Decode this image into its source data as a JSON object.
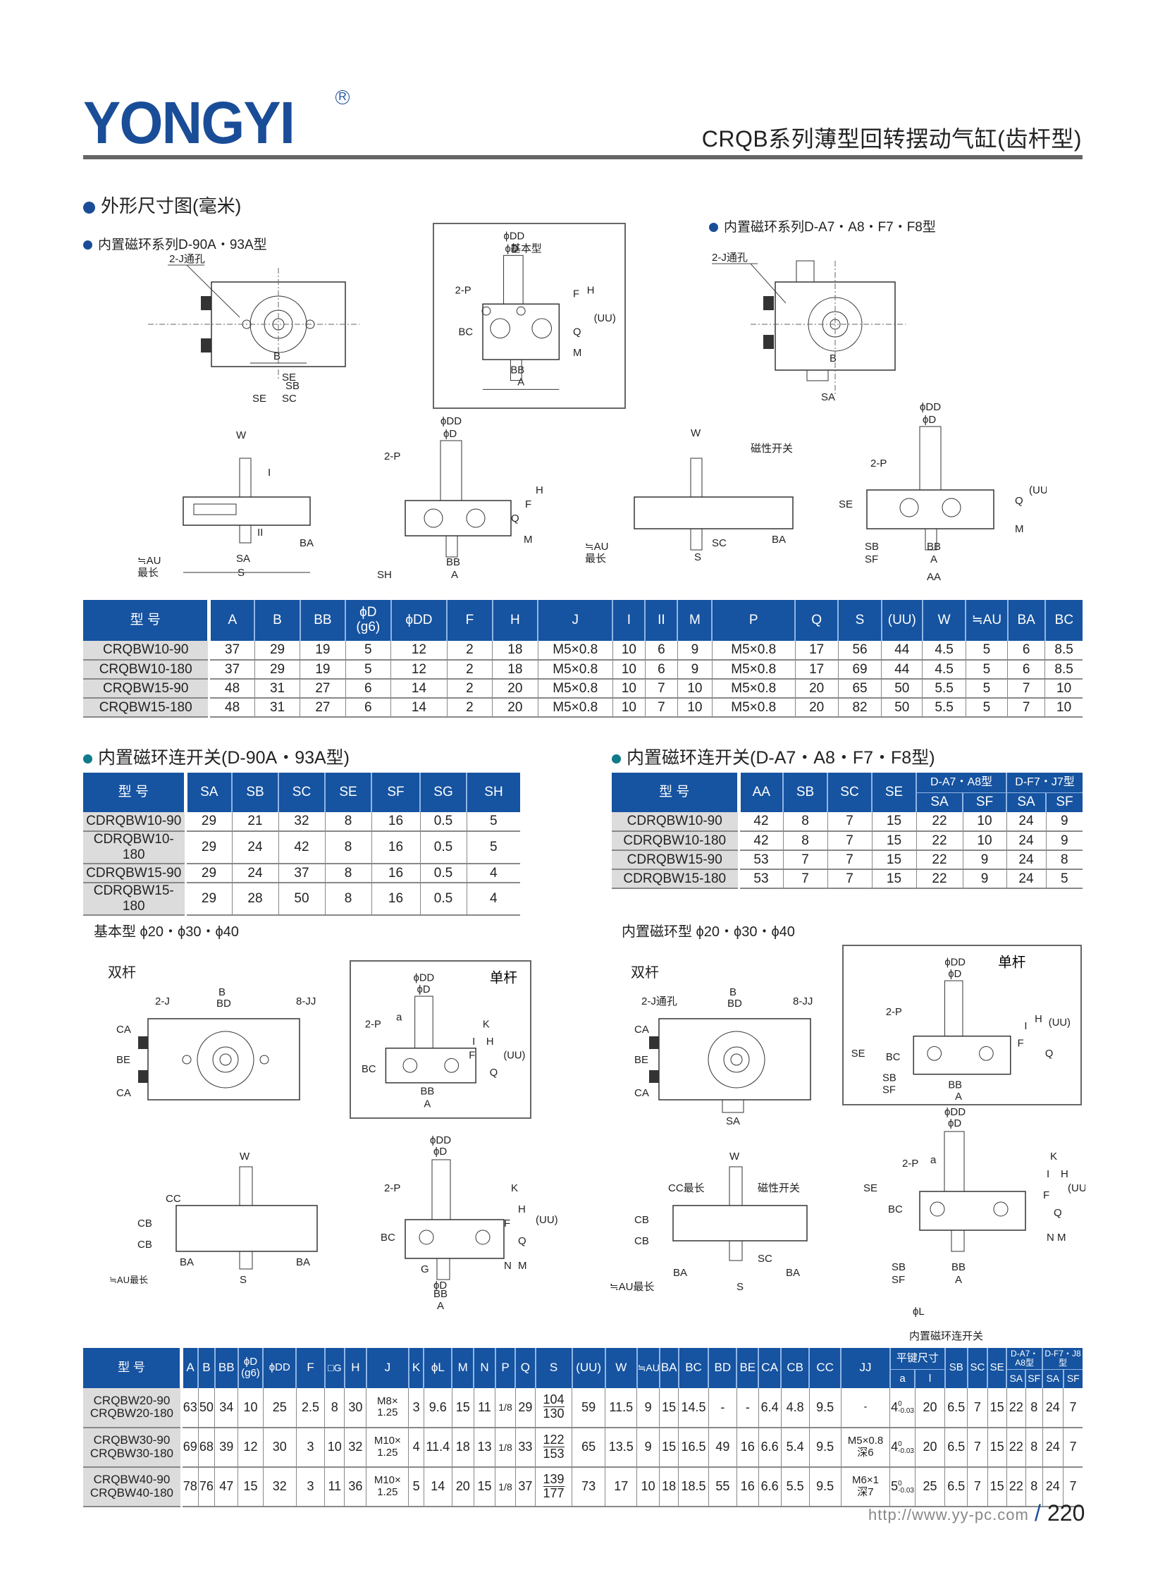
{
  "header": {
    "brand": "YONGYI",
    "registered_mark": "R",
    "title": "CRQB系列薄型回转摆动气缸(齿杆型)"
  },
  "sections": {
    "outline": "外形尺寸图(毫米)",
    "series_d90a": "内置磁环系列D-90A・93A型",
    "series_da7": "内置磁环系列D-A7・A8・F7・F8型",
    "switch_d90a": "内置磁环连开关(D-90A・93A型)",
    "switch_da7": "内置磁环连开关(D-A7・A8・F7・F8型)",
    "basic_large": "基本型 ϕ20・ϕ30・ϕ40",
    "magnet_large": "内置磁环型 ϕ20・ϕ30・ϕ40",
    "double_rod_left": "双杆",
    "single_rod_left": "单杆",
    "double_rod_right": "双杆",
    "single_rod_right": "单杆"
  },
  "drawing_labels": {
    "through_hole": "2-J通孔",
    "basic_type": "基本型",
    "magnetic_switch": "磁性开关",
    "au_max": "≒AU最长",
    "cc_max": "CC最长",
    "built_in_switch": "内置磁环连开关",
    "port": "2-P",
    "tap_2j": "2-J",
    "tap_8jj": "8-JJ"
  },
  "table1": {
    "headers": [
      "型 号",
      "A",
      "B",
      "BB",
      "ϕD (g6)",
      "ϕDD",
      "F",
      "H",
      "J",
      "I",
      "II",
      "M",
      "P",
      "Q",
      "S",
      "(UU)",
      "W",
      "≒AU",
      "BA",
      "BC"
    ],
    "rows": [
      [
        "CRQBW10-90",
        "37",
        "29",
        "19",
        "5",
        "12",
        "2",
        "18",
        "M5×0.8",
        "10",
        "6",
        "9",
        "M5×0.8",
        "17",
        "56",
        "44",
        "4.5",
        "5",
        "6",
        "8.5"
      ],
      [
        "CRQBW10-180",
        "37",
        "29",
        "19",
        "5",
        "12",
        "2",
        "18",
        "M5×0.8",
        "10",
        "6",
        "9",
        "M5×0.8",
        "17",
        "69",
        "44",
        "4.5",
        "5",
        "6",
        "8.5"
      ],
      [
        "CRQBW15-90",
        "48",
        "31",
        "27",
        "6",
        "14",
        "2",
        "20",
        "M5×0.8",
        "10",
        "7",
        "10",
        "M5×0.8",
        "20",
        "65",
        "50",
        "5.5",
        "5",
        "7",
        "10"
      ],
      [
        "CRQBW15-180",
        "48",
        "31",
        "27",
        "6",
        "14",
        "2",
        "20",
        "M5×0.8",
        "10",
        "7",
        "10",
        "M5×0.8",
        "20",
        "82",
        "50",
        "5.5",
        "5",
        "7",
        "10"
      ]
    ]
  },
  "table2": {
    "headers": [
      "型 号",
      "SA",
      "SB",
      "SC",
      "SE",
      "SF",
      "SG",
      "SH"
    ],
    "rows": [
      [
        "CDRQBW10-90",
        "29",
        "21",
        "32",
        "8",
        "16",
        "0.5",
        "5"
      ],
      [
        "CDRQBW10-180",
        "29",
        "24",
        "42",
        "8",
        "16",
        "0.5",
        "5"
      ],
      [
        "CDRQBW15-90",
        "29",
        "24",
        "37",
        "8",
        "16",
        "0.5",
        "4"
      ],
      [
        "CDRQBW15-180",
        "29",
        "28",
        "50",
        "8",
        "16",
        "0.5",
        "4"
      ]
    ]
  },
  "table3": {
    "headers": [
      "型 号",
      "AA",
      "SB",
      "SC",
      "SE"
    ],
    "group_headers": [
      "D-A7・A8型",
      "D-F7・J7型"
    ],
    "sub_headers": [
      "SA",
      "SF",
      "SA",
      "SF"
    ],
    "rows": [
      [
        "CDRQBW10-90",
        "42",
        "8",
        "7",
        "15",
        "22",
        "10",
        "24",
        "9"
      ],
      [
        "CDRQBW10-180",
        "42",
        "8",
        "7",
        "15",
        "22",
        "10",
        "24",
        "9"
      ],
      [
        "CDRQBW15-90",
        "53",
        "7",
        "7",
        "15",
        "22",
        "9",
        "24",
        "8"
      ],
      [
        "CDRQBW15-180",
        "53",
        "7",
        "7",
        "15",
        "22",
        "9",
        "24",
        "5"
      ]
    ]
  },
  "table4": {
    "headers": [
      "型 号",
      "A",
      "B",
      "BB",
      "ϕD (g6)",
      "ϕDD",
      "F",
      "□G",
      "H",
      "J",
      "K",
      "ϕL",
      "M",
      "N",
      "P",
      "Q",
      "S",
      "(UU)",
      "W",
      "≒AU",
      "BA",
      "BC",
      "BD",
      "BE",
      "CA",
      "CB",
      "CC",
      "JJ"
    ],
    "key_header": "平键尺寸",
    "key_sub": [
      "a",
      "l"
    ],
    "tail_headers": [
      "SB",
      "SC",
      "SE"
    ],
    "group_headers": [
      "D-A7・A8型",
      "D-F7・J8型"
    ],
    "sub_headers": [
      "SA",
      "SF",
      "SA",
      "SF"
    ],
    "rows": [
      {
        "model_a": "CRQBW20-90",
        "model_b": "CRQBW20-180",
        "A": "63",
        "B": "50",
        "BB": "34",
        "D": "10",
        "DD": "25",
        "F": "2.5",
        "G": "8",
        "H": "30",
        "J_a": "M8×",
        "J_b": "1.25",
        "K": "3",
        "L": "9.6",
        "M": "15",
        "N": "11",
        "P": "1/8",
        "Q": "29",
        "S_a": "104",
        "S_b": "130",
        "UU": "59",
        "W": "11.5",
        "AU": "9",
        "BA": "15",
        "BC": "14.5",
        "BD": "-",
        "BE": "-",
        "CA": "6.4",
        "CB": "4.8",
        "CC": "9.5",
        "JJ_a": "-",
        "JJ_b": "",
        "key_a": "4",
        "key_tol_up": "0",
        "key_tol_low": "-0.03",
        "key_l": "20",
        "SB": "6.5",
        "SC": "7",
        "SE": "15",
        "A7_SA": "22",
        "A7_SF": "8",
        "F7_SA": "24",
        "F7_SF": "7"
      },
      {
        "model_a": "CRQBW30-90",
        "model_b": "CRQBW30-180",
        "A": "69",
        "B": "68",
        "BB": "39",
        "D": "12",
        "DD": "30",
        "F": "3",
        "G": "10",
        "H": "32",
        "J_a": "M10×",
        "J_b": "1.25",
        "K": "4",
        "L": "11.4",
        "M": "18",
        "N": "13",
        "P": "1/8",
        "Q": "33",
        "S_a": "122",
        "S_b": "153",
        "UU": "65",
        "W": "13.5",
        "AU": "9",
        "BA": "15",
        "BC": "16.5",
        "BD": "49",
        "BE": "16",
        "CA": "6.6",
        "CB": "5.4",
        "CC": "9.5",
        "JJ_a": "M5×0.8",
        "JJ_b": "深6",
        "key_a": "4",
        "key_tol_up": "0",
        "key_tol_low": "-0.03",
        "key_l": "20",
        "SB": "6.5",
        "SC": "7",
        "SE": "15",
        "A7_SA": "22",
        "A7_SF": "8",
        "F7_SA": "24",
        "F7_SF": "7"
      },
      {
        "model_a": "CRQBW40-90",
        "model_b": "CRQBW40-180",
        "A": "78",
        "B": "76",
        "BB": "47",
        "D": "15",
        "DD": "32",
        "F": "3",
        "G": "11",
        "H": "36",
        "J_a": "M10×",
        "J_b": "1.25",
        "K": "5",
        "L": "14",
        "M": "20",
        "N": "15",
        "P": "1/8",
        "Q": "37",
        "S_a": "139",
        "S_b": "177",
        "UU": "73",
        "W": "17",
        "AU": "10",
        "BA": "18",
        "BC": "18.5",
        "BD": "55",
        "BE": "16",
        "CA": "6.6",
        "CB": "5.5",
        "CC": "9.5",
        "JJ_a": "M6×1",
        "JJ_b": "深7",
        "key_a": "5",
        "key_tol_up": "0",
        "key_tol_low": "-0.03",
        "key_l": "25",
        "SB": "6.5",
        "SC": "7",
        "SE": "15",
        "A7_SA": "22",
        "A7_SF": "8",
        "F7_SA": "24",
        "F7_SF": "7"
      }
    ]
  },
  "footer": {
    "url": "http://www.yy-pc.com",
    "slash": "/",
    "page": "220"
  },
  "colors": {
    "brand_blue": "#1a4d97",
    "table_header": "#1653a0",
    "model_cell_bg": "#dcdcdc",
    "rule_gray": "#666666"
  }
}
